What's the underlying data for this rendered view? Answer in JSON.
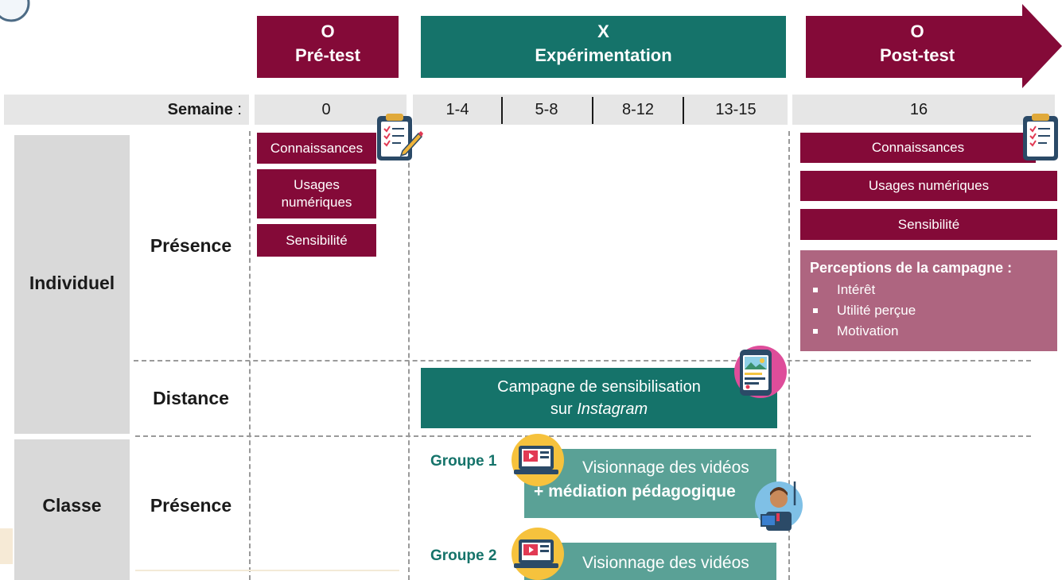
{
  "phases": {
    "pretest": {
      "symbol": "O",
      "label": "Pré-test"
    },
    "experimentation": {
      "symbol": "X",
      "label": "Expérimentation"
    },
    "posttest": {
      "symbol": "O",
      "label": "Post-test"
    }
  },
  "weeks": {
    "label": "Semaine",
    "colon": " :",
    "pre": "0",
    "exp": [
      "1-4",
      "5-8",
      "8-12",
      "13-15"
    ],
    "post": "16"
  },
  "rows": {
    "individuel": "Individuel",
    "classe": "Classe",
    "presence_1": "Présence",
    "distance": "Distance",
    "presence_2": "Présence"
  },
  "pretest_boxes": {
    "connaissances": "Connaissances",
    "usages": "Usages numériques",
    "sensibilite": "Sensibilité"
  },
  "posttest_boxes": {
    "connaissances": "Connaissances",
    "usages": "Usages numériques",
    "sensibilite": "Sensibilité"
  },
  "perceptions": {
    "title": "Perceptions de la campagne  :",
    "items": [
      "Intérêt",
      "Utilité perçue",
      "Motivation"
    ]
  },
  "campaign": {
    "line1": "Campagne de sensibilisation",
    "line2_prefix": "sur ",
    "line2_italic": "Instagram"
  },
  "groups": {
    "g1_label": "Groupe 1",
    "g1_text": "Visionnage des vidéos",
    "g1_extra": "+ médiation pédagogique",
    "g2_label": "Groupe 2",
    "g2_text": "Visionnage des vidéos"
  },
  "colors": {
    "maroon": "#840a38",
    "teal": "#15736a",
    "teal_light": "#5aa196",
    "pink": "#ae6580",
    "gray": "#d9d9d9"
  },
  "icons": [
    "checklist-icon",
    "phone-instagram-icon",
    "laptop-video-icon",
    "teacher-icon"
  ]
}
